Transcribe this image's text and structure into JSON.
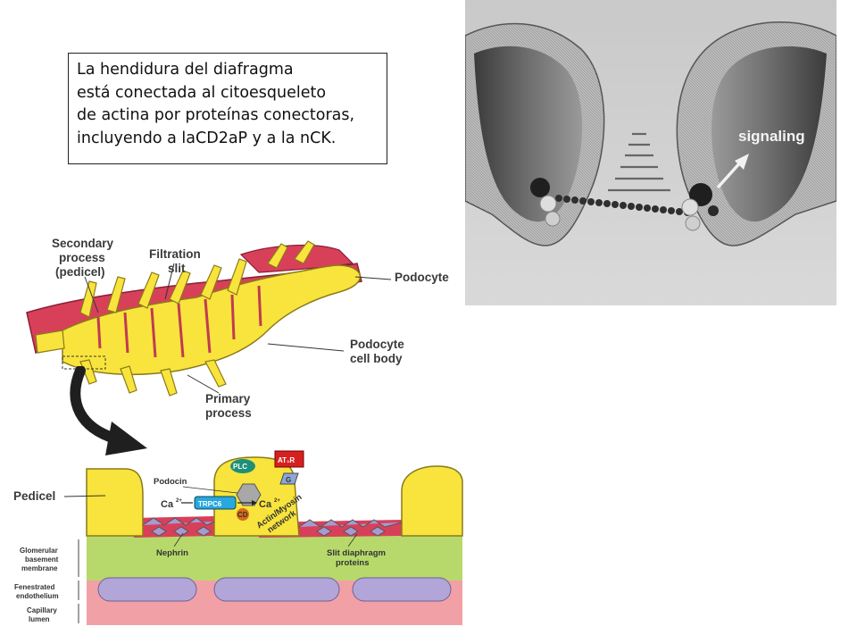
{
  "description_box": {
    "lines": [
      "La hendidura del diafragma",
      "está conectada al citoesqueleto",
      "de actina por proteínas conectoras,",
      "incluyendo a laCD2aP y a la nCK."
    ]
  },
  "em_figure": {
    "signaling_label": "signaling"
  },
  "podocyte_figure": {
    "secondary_process": [
      "Secondary",
      "process",
      "(pedicel)"
    ],
    "filtration_slit": [
      "Filtration",
      "slit"
    ],
    "podocyte": "Podocyte",
    "podocyte_cell_body": [
      "Podocyte",
      "cell body"
    ],
    "primary_process": [
      "Primary",
      "process"
    ]
  },
  "slit_figure": {
    "pedicel": "Pedicel",
    "podocin": "Podocin",
    "plc": "PLC",
    "at1r": "AT₁R",
    "g": "G",
    "ca_left": "Ca",
    "ca_right": "Ca",
    "ca_sup": "2+",
    "trpc6": "TRPC6",
    "cd": "CD",
    "actin_myosin": [
      "Actin/Myosin",
      "network"
    ],
    "nephrin": "Nephrin",
    "slit_diaphragm_proteins": [
      "Slit diaphragm",
      "proteins"
    ],
    "gbm": [
      "Glomerular",
      "basement",
      "membrane"
    ],
    "fenestrated": [
      "Fenestrated",
      "endothelium"
    ],
    "capillary": [
      "Capillary",
      "lumen"
    ]
  },
  "colors": {
    "podocyte_yellow": "#f8e43c",
    "capillary_red": "#d8405a",
    "gbm_green": "#b7d96b",
    "endothelium_purple": "#b2a6d8",
    "lumen_pink": "#f1a0a6"
  }
}
